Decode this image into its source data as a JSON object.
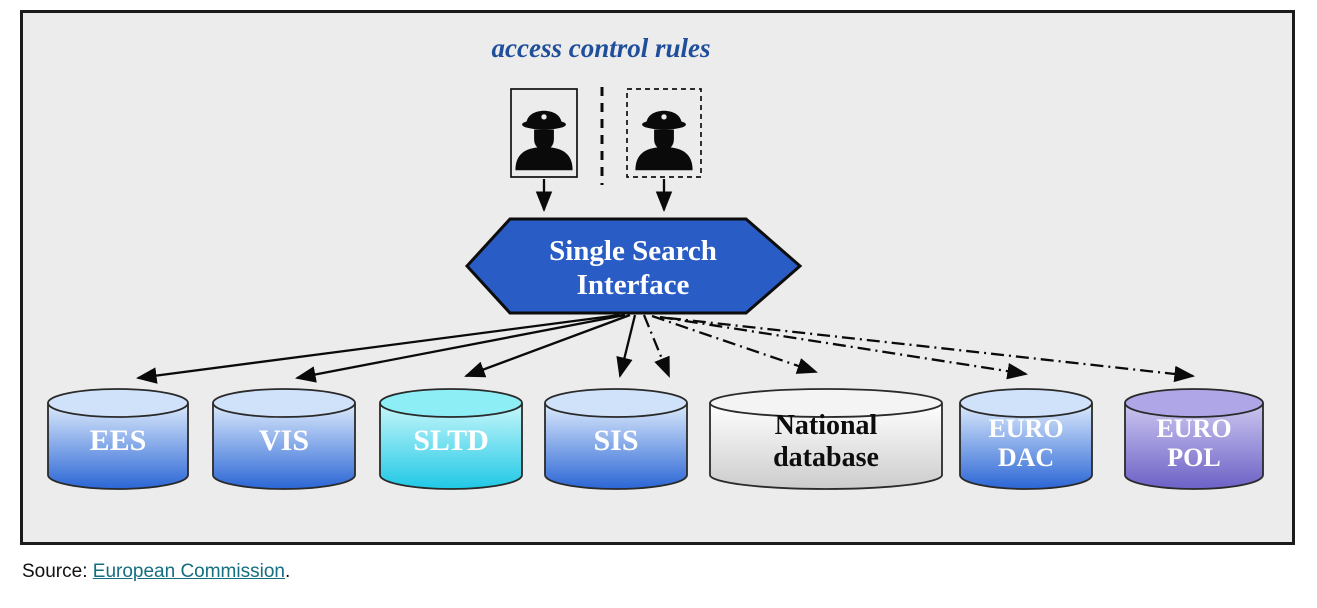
{
  "diagram": {
    "title": "access control rules",
    "officers": [
      {
        "icon": "police-officer-icon",
        "frame_style": "solid"
      },
      {
        "icon": "police-officer-icon",
        "frame_style": "dashed"
      }
    ],
    "hexagon": {
      "line1": "Single Search",
      "line2": "Interface"
    },
    "databases": [
      {
        "label": "EES",
        "lines": [
          "EES"
        ],
        "theme": "blue"
      },
      {
        "label": "VIS",
        "lines": [
          "VIS"
        ],
        "theme": "blue"
      },
      {
        "label": "SLTD",
        "lines": [
          "SLTD"
        ],
        "theme": "cyan"
      },
      {
        "label": "SIS",
        "lines": [
          "SIS"
        ],
        "theme": "blue"
      },
      {
        "label": "National database",
        "lines": [
          "National",
          "database"
        ],
        "theme": "gray"
      },
      {
        "label": "EURODAC",
        "lines": [
          "EURO",
          "DAC"
        ],
        "theme": "blue"
      },
      {
        "label": "EUROPOL",
        "lines": [
          "EURO",
          "POL"
        ],
        "theme": "purple"
      }
    ],
    "connections": {
      "solid_targets": [
        "EES",
        "VIS",
        "SLTD",
        "SIS"
      ],
      "dashdot_targets": [
        "SIS",
        "National database",
        "EURODAC",
        "EUROPOL"
      ]
    },
    "colors": {
      "title_text": "#1f4e9b",
      "hexagon_fill": "#2a5cc5",
      "hexagon_text": "#ffffff",
      "blue_top": "#cfe2fa",
      "blue_body_light": "#ddebfc",
      "blue_body_dark": "#2b66d5",
      "cyan_top": "#8deef6",
      "cyan_body_light": "#c8f7fa",
      "cyan_body_dark": "#1fc8e6",
      "gray_top": "#f4f4f4",
      "gray_body_light": "#ffffff",
      "gray_body_dark": "#cccccc",
      "purple_top": "#aea6e6",
      "purple_body_light": "#ccc7f0",
      "purple_body_dark": "#6c61c6"
    }
  },
  "source": {
    "prefix": "Source: ",
    "link_text": "European Commission",
    "suffix": ".",
    "link_color": "#156d80"
  }
}
